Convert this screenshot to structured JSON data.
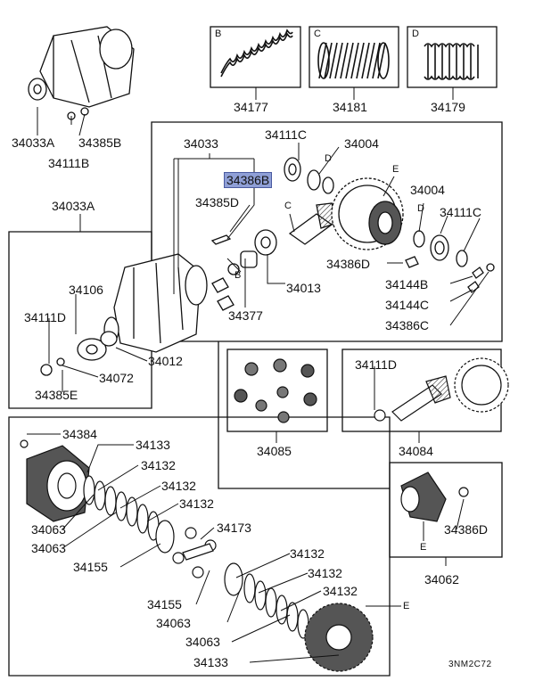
{
  "parts": {
    "p34033A_top": "34033A",
    "p34385B": "34385B",
    "p34111B": "34111B",
    "box_B": "B",
    "box_C": "C",
    "box_D": "D",
    "p34177": "34177",
    "p34181": "34181",
    "p34179": "34179",
    "p34033A_side": "34033A",
    "p34033": "34033",
    "p34111C_top": "34111C",
    "p34004_top": "34004",
    "p34386B": "34386B",
    "callout_D1": "D",
    "callout_E1": "E",
    "p34385D": "34385D",
    "callout_C": "C",
    "p34004_right": "34004",
    "callout_D2": "D",
    "p34111C_right": "34111C",
    "callout_B": "B",
    "p34013": "34013",
    "p34386D_mid": "34386D",
    "p34144B": "34144B",
    "p34377": "34377",
    "p34144C": "34144C",
    "p34386C": "34386C",
    "p34106": "34106",
    "p34111D_left": "34111D",
    "p34012": "34012",
    "p34072": "34072",
    "p34385E": "34385E",
    "p34111D_box": "34111D",
    "p34085": "34085",
    "p34084": "34084",
    "p34384": "34384",
    "p34133_top": "34133",
    "p34132_a": "34132",
    "p34132_b": "34132",
    "p34063_a": "34063",
    "p34132_c": "34132",
    "p34063_b": "34063",
    "p34173": "34173",
    "p34155_a": "34155",
    "p34132_d": "34132",
    "p34132_e": "34132",
    "p34155_b": "34155",
    "p34132_f": "34132",
    "p34063_c": "34063",
    "p34063_d": "34063",
    "p34133_bottom": "34133",
    "callout_E2": "E",
    "p34386D_box": "34386D",
    "callout_E3": "E",
    "p34062": "34062",
    "diagram_code": "3NM2C72"
  },
  "colors": {
    "highlight": "#8f9fd6",
    "line": "#111111"
  }
}
